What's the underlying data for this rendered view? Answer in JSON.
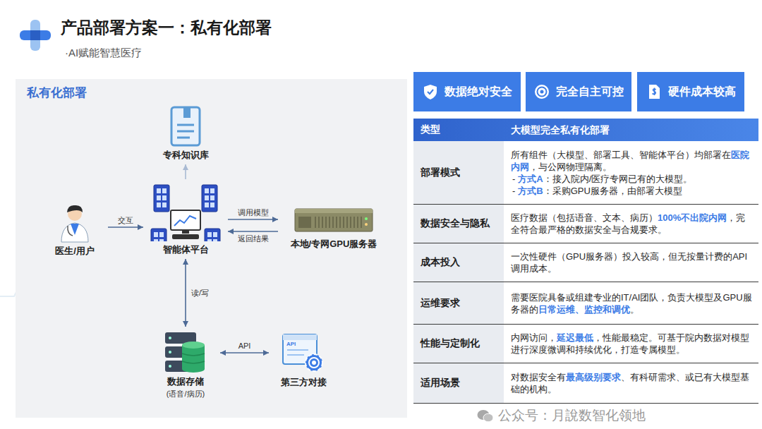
{
  "diagram": {
    "title": "产品部署方案一：私有化部署",
    "nodes": [
      {
        "text": [
          "私有化部署"
        ]
      },
      {
        "text": [
          "专科知识库"
        ],
        "in": 0
      },
      {
        "text": [
          "医生/用户"
        ],
        "in": 0
      },
      {
        "text": [
          "智能体平台"
        ],
        "in": 0
      },
      {
        "text": [
          "本地/专网GPU服务器"
        ],
        "in": 0
      },
      {
        "text": [
          "数据存储",
          "(语音/病历)"
        ],
        "in": 0
      },
      {
        "text": [
          "第三方对接"
        ],
        "in": 0
      },
      {
        "text": [
          "数据绝对安全"
        ]
      },
      {
        "text": [
          "完全自主可控"
        ]
      },
      {
        "text": [
          "硬件成本较高"
        ]
      }
    ],
    "edges": [
      {
        "from": 3,
        "to": 1,
        "arrow": "to"
      },
      {
        "from": 2,
        "to": 3,
        "label": "交互",
        "arrow": "to"
      },
      {
        "from": 3,
        "to": 4,
        "label": "调用模型",
        "arrow": "to"
      },
      {
        "from": 4,
        "to": 3,
        "label": "返回结果",
        "arrow": "to"
      },
      {
        "from": 3,
        "to": 5,
        "label": "读/写",
        "arrow": "both"
      },
      {
        "from": 5,
        "to": 6,
        "label": "API",
        "arrow": "both"
      }
    ],
    "labels": [
      "·AI赋能智慧医疗",
      "类型",
      "大模型完全私有化部署",
      "部署模式",
      "所有组件（大模型、部署工具、智能体平台）均部署在",
      "医院内网",
      "，与公网物理隔离。",
      "-",
      "方式A",
      "：接入院内/医疗专网已有的大模型。",
      "-",
      "方式B",
      "：采购GPU服务器，由部署大模型",
      "数据安全与隐私",
      "医疗数据（包括语音、文本、病历）",
      "100%不出院内网",
      "，完全符合最严格的数据安全与合规要求。",
      "成本投入",
      "一次性硬件（GPU服务器）投入较高，但无按量计费的API调用成本。",
      "运维要求",
      "需要医院具备或组建专业的IT/AI团队，负责大模型及GPU服务器的",
      "日常运维、监控和调优",
      "。",
      "性能与定制化",
      "内网访问，",
      "延迟最低",
      "，性能最稳定。可基于院内数据对模型进行深度微调和持续优化，打造专属模型。",
      "适用场景",
      "对数据安全有",
      "最高级别要求",
      "、有科研需求、或已有大模型基础的机构。",
      "API",
      "公众号：月說数智化领地"
    ]
  }
}
